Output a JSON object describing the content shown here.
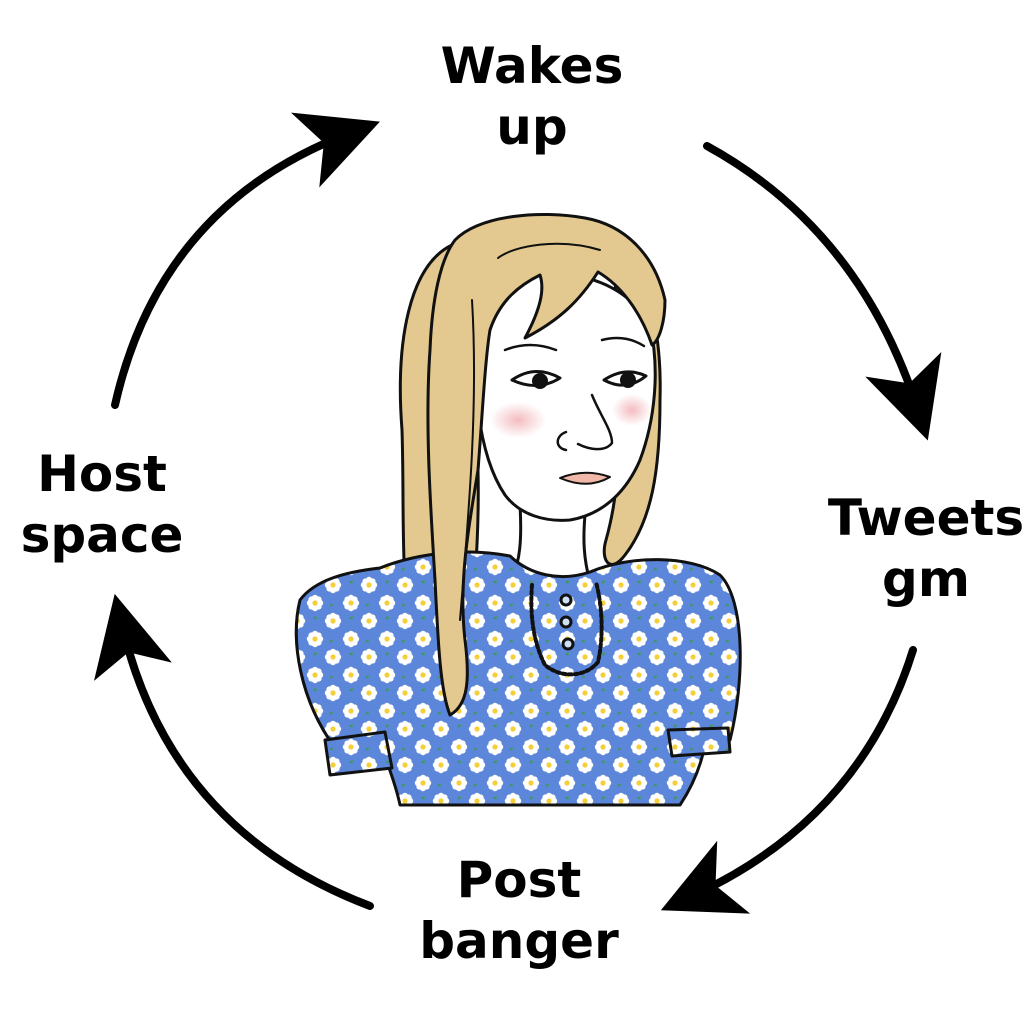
{
  "diagram": {
    "type": "cycle",
    "steps": [
      {
        "id": "wakes-up",
        "line1": "Wakes",
        "line2": "up"
      },
      {
        "id": "tweets-gm",
        "line1": "Tweets",
        "line2": "gm"
      },
      {
        "id": "post-banger",
        "line1": "Post",
        "line2": "banger"
      },
      {
        "id": "host-space",
        "line1": "Host",
        "line2": "space"
      }
    ],
    "direction": "clockwise",
    "arrow_color": "#000000",
    "center_figure": "cartoon-woman-blonde-blue-floral-dress",
    "colors": {
      "hair": "#e3c98f",
      "skin": "#ffffff",
      "blush": "#f3c7c9",
      "lips": "#f1b7a8",
      "dress": "#4f7fd8",
      "flower_petal": "#ffffff",
      "flower_center": "#f4cf3a"
    }
  }
}
